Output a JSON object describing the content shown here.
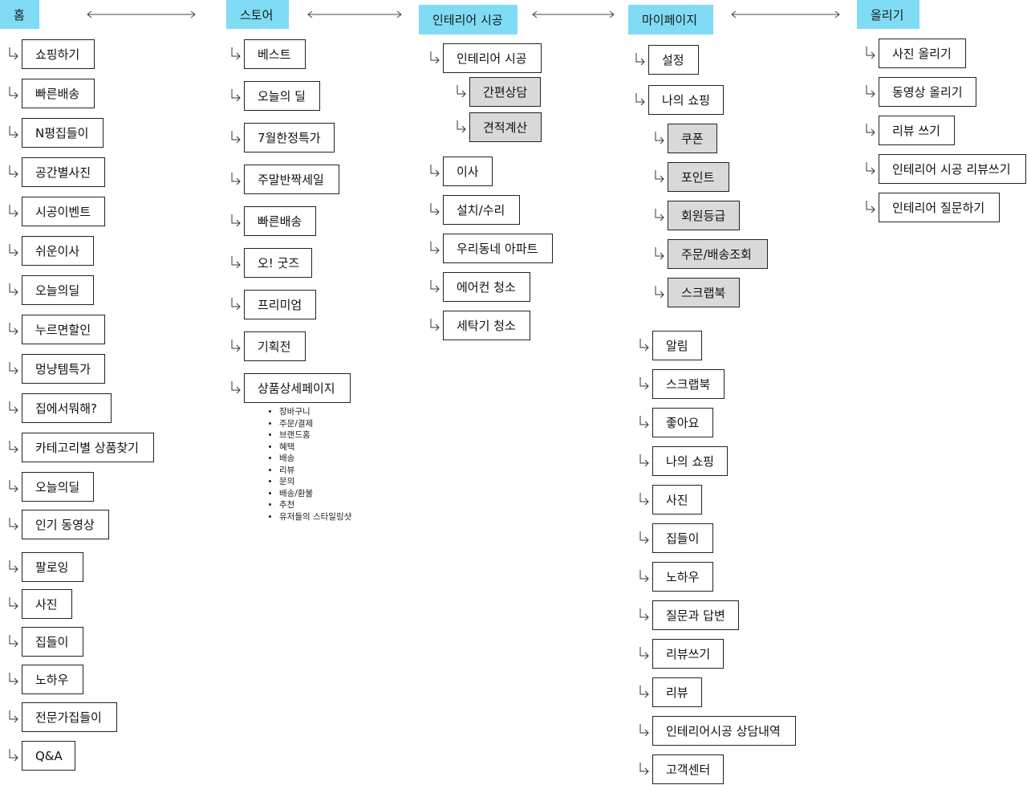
{
  "columns": [
    {
      "header": "홈",
      "items": [
        {
          "label": "쇼핑하기"
        },
        {
          "label": "빠른배송"
        },
        {
          "label": "N평집들이"
        },
        {
          "label": "공간별사진"
        },
        {
          "label": "시공이벤트"
        },
        {
          "label": "쉬운이사"
        },
        {
          "label": "오늘의딜"
        },
        {
          "label": "누르면할인"
        },
        {
          "label": "멍냥템특가"
        },
        {
          "label": "집에서뭐해?"
        },
        {
          "label": "카테고리별 상품찾기"
        },
        {
          "label": "오늘의딜"
        },
        {
          "label": "인기 동영상"
        },
        {
          "label": "팔로잉"
        },
        {
          "label": "사진"
        },
        {
          "label": "집들이"
        },
        {
          "label": "노하우"
        },
        {
          "label": "전문가집들이"
        },
        {
          "label": "Q&A"
        }
      ]
    },
    {
      "header": "스토어",
      "items": [
        {
          "label": "베스트"
        },
        {
          "label": "오늘의 딜"
        },
        {
          "label": "7월한정특가"
        },
        {
          "label": "주말반짝세일"
        },
        {
          "label": "빠른배송"
        },
        {
          "label": "오! 굿즈"
        },
        {
          "label": "프리미엄"
        },
        {
          "label": "기획전"
        },
        {
          "label": "상품상세페이지"
        }
      ],
      "detail_bullets": [
        "장바구니",
        "주문/결제",
        "브랜드홈",
        "혜택",
        "배송",
        "리뷰",
        "문의",
        "배송/환불",
        "추천",
        "유저들의 스타일링샷"
      ]
    },
    {
      "header": "인테리어 시공",
      "items": [
        {
          "label": "인테리어 시공"
        },
        {
          "label": "간편상담",
          "sub": true
        },
        {
          "label": "견적계산",
          "sub": true
        },
        {
          "label": "이사"
        },
        {
          "label": "설치/수리"
        },
        {
          "label": "우리동네 아파트"
        },
        {
          "label": "에어컨 청소"
        },
        {
          "label": "세탁기 청소"
        }
      ]
    },
    {
      "header": "마이페이지",
      "items": [
        {
          "label": "설정"
        },
        {
          "label": "나의 쇼핑"
        },
        {
          "label": "쿠폰",
          "sub": true
        },
        {
          "label": "포인트",
          "sub": true
        },
        {
          "label": "회원등급",
          "sub": true
        },
        {
          "label": "주문/배송조회",
          "sub": true
        },
        {
          "label": "스크랩북",
          "sub": true
        },
        {
          "label": "알림"
        },
        {
          "label": "스크랩북"
        },
        {
          "label": "좋아요"
        },
        {
          "label": "나의 쇼핑"
        },
        {
          "label": "사진"
        },
        {
          "label": "집들이"
        },
        {
          "label": "노하우"
        },
        {
          "label": "질문과 답변"
        },
        {
          "label": "리뷰쓰기"
        },
        {
          "label": "리뷰"
        },
        {
          "label": "인테리어시공 상담내역"
        },
        {
          "label": "고객센터"
        }
      ]
    },
    {
      "header": "올리기",
      "items": [
        {
          "label": "사진 올리기"
        },
        {
          "label": "동영상 올리기"
        },
        {
          "label": "리뷰 쓰기"
        },
        {
          "label": "인테리어 시공 리뷰쓰기"
        },
        {
          "label": "인테리어 질문하기"
        }
      ]
    }
  ]
}
